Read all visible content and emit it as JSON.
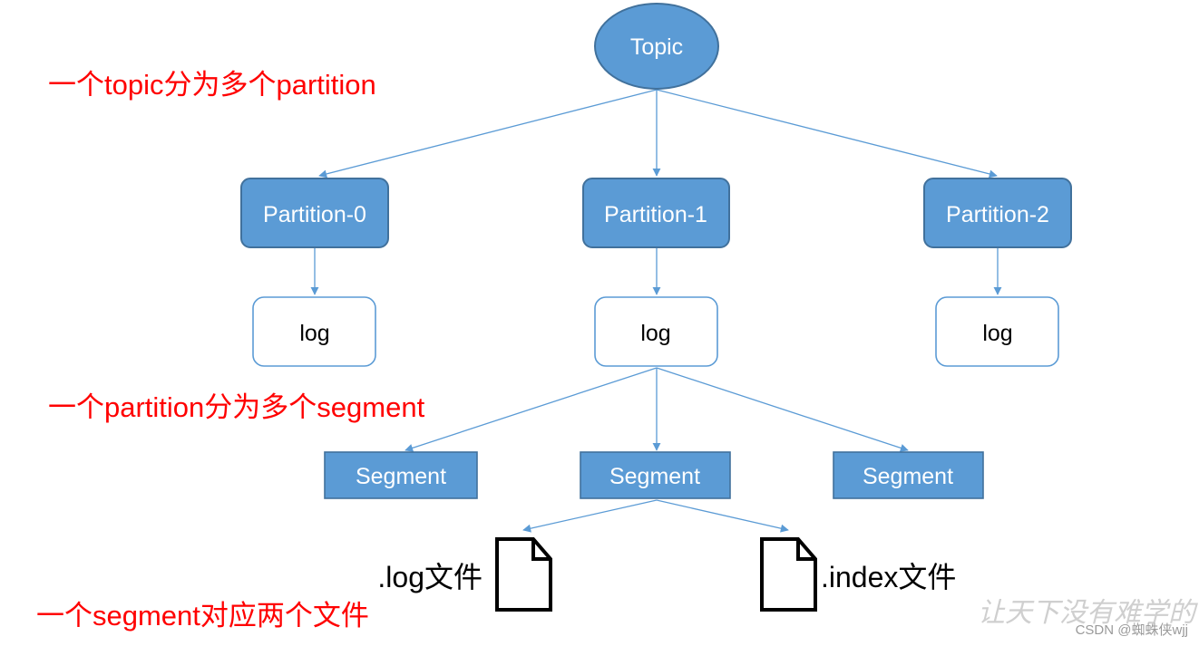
{
  "colors": {
    "node_fill": "#5b9bd5",
    "node_stroke": "#41719c",
    "log_stroke": "#5b9bd5",
    "edge": "#5b9bd5",
    "note": "#ff0000",
    "file": "#000000"
  },
  "nodes": {
    "topic": "Topic",
    "partitions": [
      "Partition-0",
      "Partition-1",
      "Partition-2"
    ],
    "logs": [
      "log",
      "log",
      "log"
    ],
    "segments": [
      "Segment",
      "Segment",
      "Segment"
    ]
  },
  "files": {
    "log_file": ".log文件",
    "index_file": ".index文件",
    "icon": "document-icon"
  },
  "notes": {
    "topic_note": "一个topic分为多个partition",
    "partition_note": "一个partition分为多个segment",
    "segment_note": "一个segment对应两个文件"
  },
  "watermark": {
    "slogan": "让天下没有难学的",
    "credit": "CSDN @蜘蛛侠wjj"
  }
}
